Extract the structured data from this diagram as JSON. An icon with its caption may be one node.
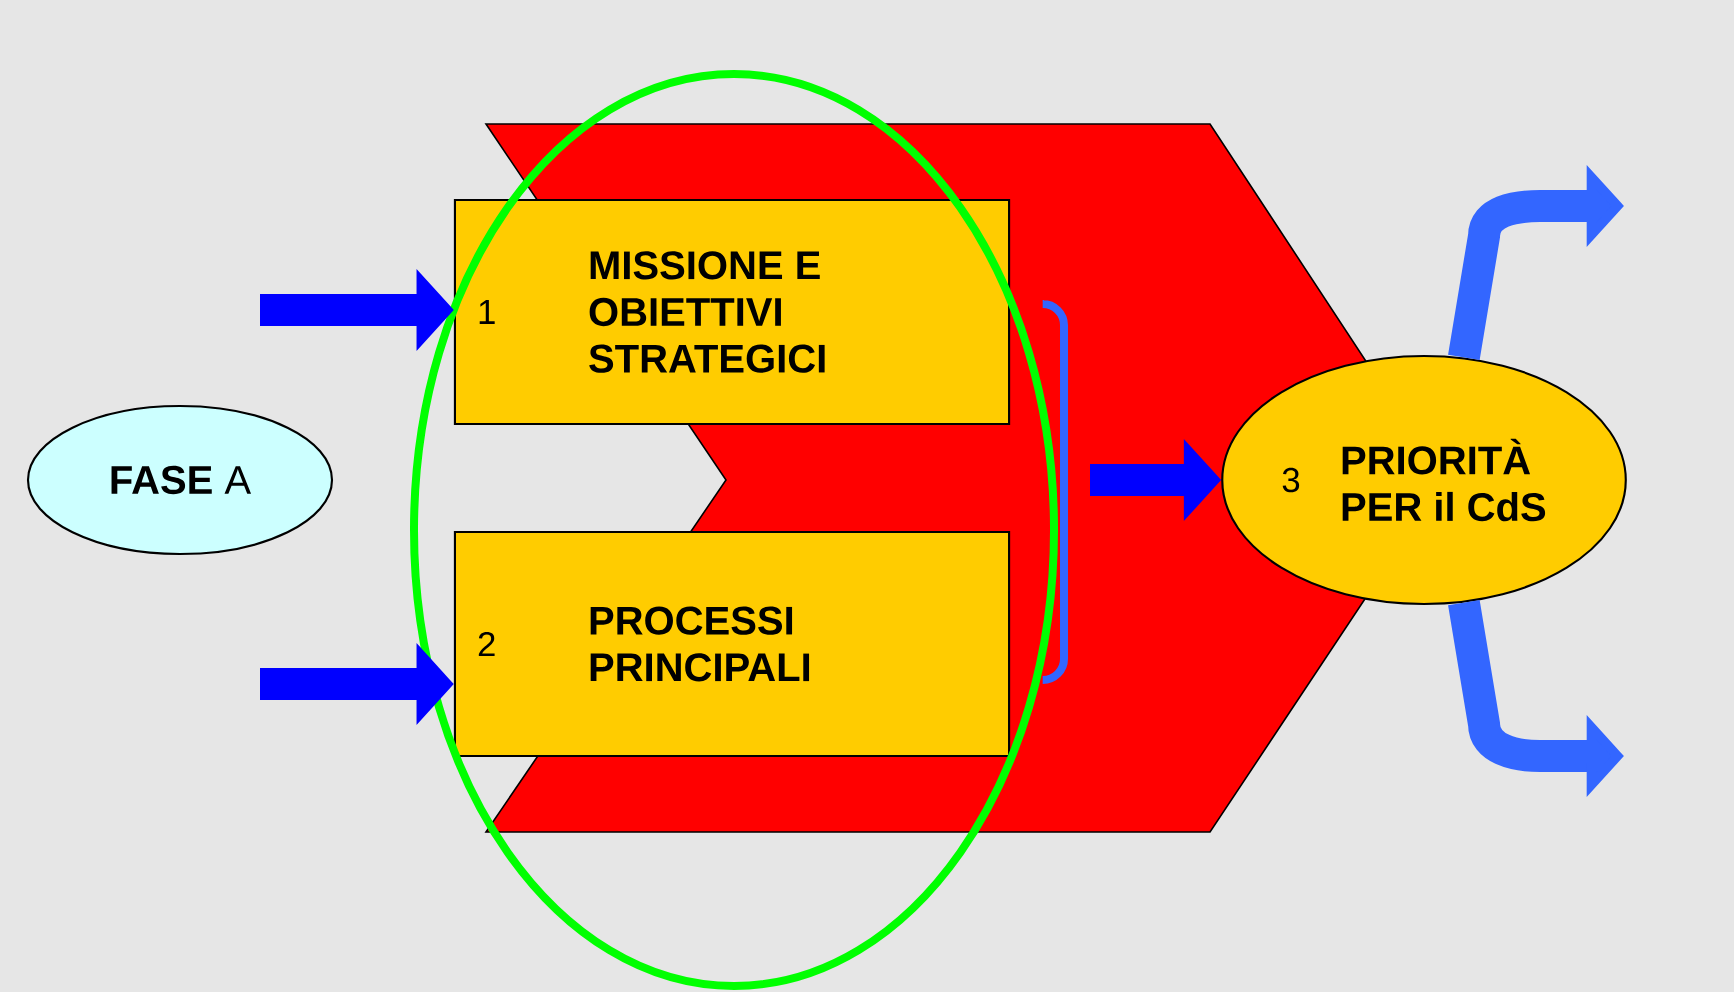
{
  "diagram": {
    "nodes": [
      {
        "text": [
          "**FASE** A"
        ]
      },
      {
        "text": [
          "1",
          "MISSIONE E OBIETTIVI STRATEGICI"
        ]
      },
      {
        "text": [
          "2",
          "PROCESSI PRINCIPALI"
        ]
      },
      {
        "text": [
          "3",
          "PRIORITÀ PER il CdS"
        ]
      }
    ],
    "edges": [
      {
        "from": null,
        "to": 1,
        "arrow": "to"
      },
      {
        "from": null,
        "to": 2,
        "arrow": "to"
      },
      {
        "from": null,
        "to": 3,
        "arrow": "to"
      },
      {
        "from": 3,
        "to": null,
        "arrow": "to",
        "color": "#3366ff"
      },
      {
        "from": 3,
        "to": null,
        "arrow": "to",
        "color": "#3366ff"
      }
    ]
  }
}
